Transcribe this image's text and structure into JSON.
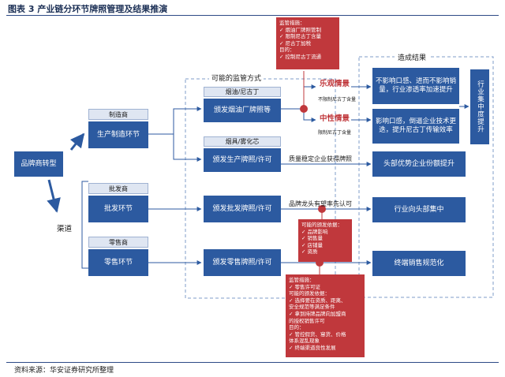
{
  "title": "图表 3  产业链分环节牌照管理及结果推演",
  "source": "资料来源：华安证券研究所整理",
  "nodes": {
    "brand": "品牌商转型",
    "channel": "渠道",
    "mfg_header": "制造商",
    "mfg": "生产制造环节",
    "wholesale_header": "批发商",
    "wholesale": "批发环节",
    "retail_header": "零售商",
    "retail": "零售环节",
    "supervision_title": "可能的监管方式",
    "tobacco_header": "烟油/尼古丁",
    "tobacco": "颁发烟油厂牌照等",
    "device_header": "烟具/雾化芯",
    "device": "颁发生产牌照/许可",
    "wholesale_license": "颁发批发牌照/许可",
    "retail_license": "颁发零售牌照/许可",
    "results_title": "造成结果",
    "result1": "不影响口感、进而不影响销量，行业渗透率加速提升",
    "result2": "影响口感，倒逼企业技术更迭，提升尼古丁传输效率",
    "result3": "头部优势企业份额提升",
    "result4": "行业向头部集中",
    "result5": "终端销售规范化",
    "concentration": "行业集中度提升"
  },
  "labels": {
    "optimistic": "乐观情景",
    "neutral": "中性情景",
    "optimistic_note": "不限制尼古丁含量",
    "neutral_note": "限制尼古丁含量",
    "quality": "质量稳定企业获得牌照",
    "brand_first": "品牌龙头有望率先认可"
  },
  "red_boxes": {
    "top": [
      "监管措施：",
      "✓ 烟油厂牌照管制",
      "✓ 限制尼古丁含量",
      "✓ 尼古丁加税",
      "目的：",
      "✓ 控制尼古丁流通"
    ],
    "middle": [
      "可能的颁发依据：",
      "✓ 品牌影响",
      "✓ 销售量",
      "✓ 店铺量",
      "✓ 资质"
    ],
    "bottom": [
      "监管措施：",
      "✓ 零售许可证",
      "可能的颁发依据：",
      "✓ 选择要在资质、距离、",
      "  安全规范等满足条件",
      "✓ 拿到持牌品牌向加盟商",
      "  的授权销售许可",
      "目的：",
      "✓ 管控假货、窜货、价格",
      "  体系混乱现象",
      "✓ 终端渠道良性发展"
    ]
  }
}
